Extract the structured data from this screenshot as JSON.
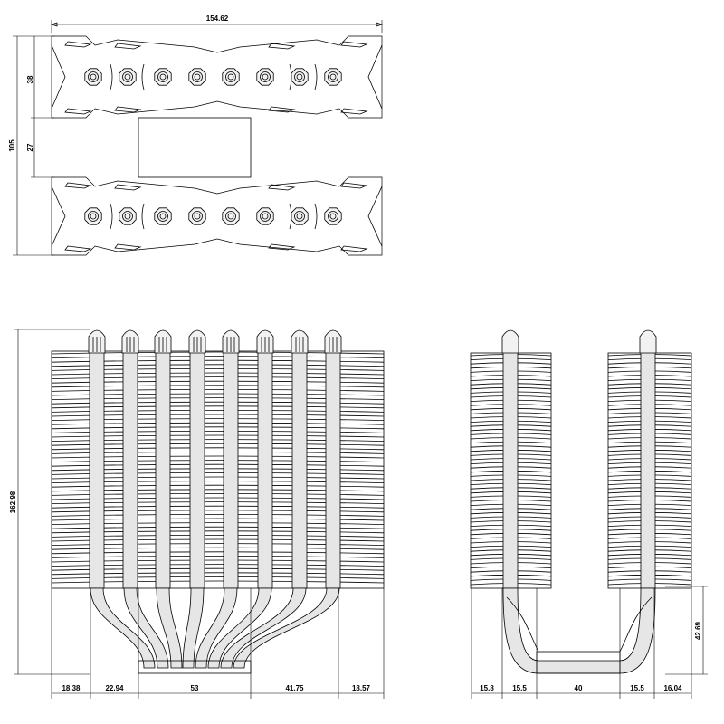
{
  "top_view": {
    "width_label": "154.62",
    "height_label": "105",
    "fin_depth_label": "38",
    "gap_label": "27"
  },
  "front_view": {
    "height_label": "162.98",
    "bottom_dims": [
      "18.38",
      "22.94",
      "53",
      "41.75",
      "18.57"
    ]
  },
  "side_view": {
    "base_height_label": "42.69",
    "bottom_dims": [
      "15.8",
      "15.5",
      "40",
      "15.5",
      "16.04"
    ]
  }
}
